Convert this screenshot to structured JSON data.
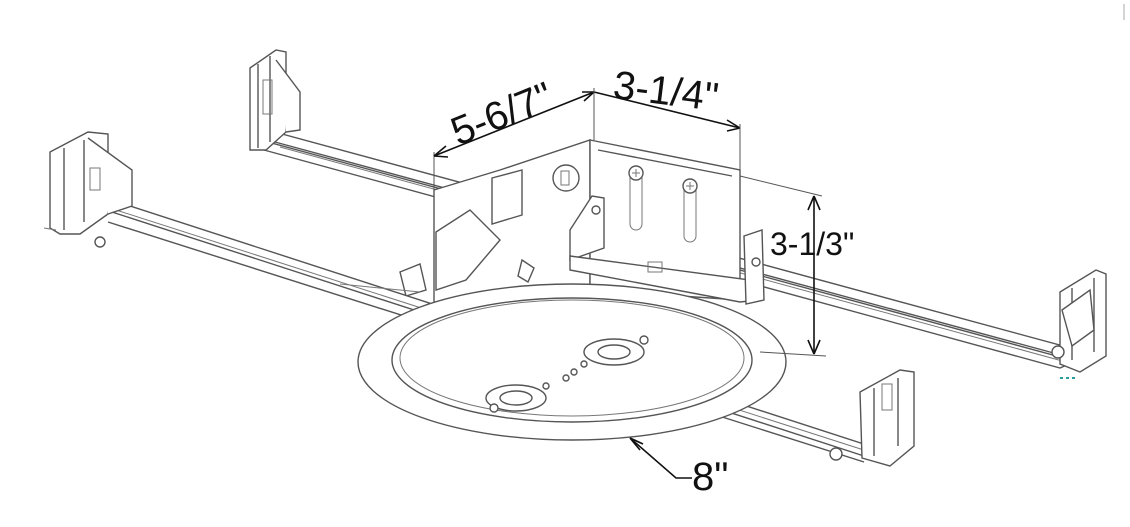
{
  "dimensions": {
    "length": "5-6/7\"",
    "width": "3-1/4\"",
    "height": "3-1/3\"",
    "diameter": "8\""
  }
}
